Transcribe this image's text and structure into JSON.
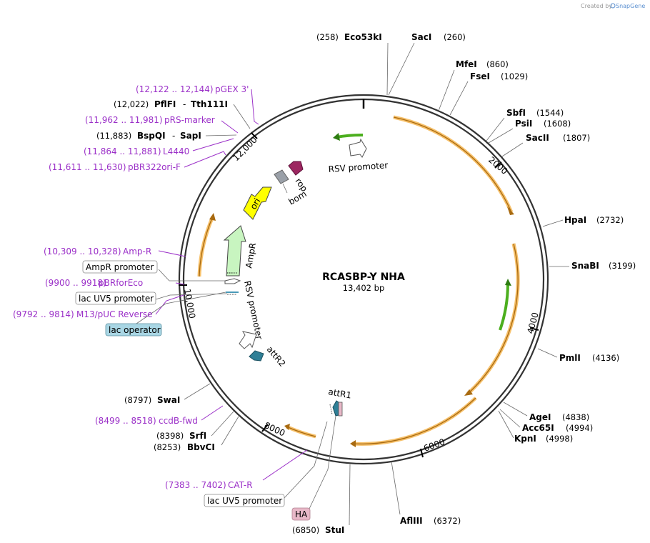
{
  "credit": {
    "text": "Created by",
    "brand": "SnapGene"
  },
  "plasmid": {
    "name": "RCASBP-Y NHA",
    "length_label": "13,402 bp",
    "length": 13402
  },
  "colors": {
    "orf": "#f5a623",
    "orf_edge": "#c07a10",
    "primer": "#9b30c8",
    "green": "#4caf1e",
    "ori": "#ffff00",
    "ampr": "#c8f5c0",
    "rop": "#9c2660",
    "bom": "#9aa0a8",
    "attr": "#2f7f96",
    "lac_operator": "#a9d6e4",
    "ha": "#e8b8c8"
  },
  "enzymes": [
    {
      "name": "Eco53kI",
      "pos": "(258)"
    },
    {
      "name": "SacI",
      "pos": "(260)"
    },
    {
      "name": "MfeI",
      "pos": "(860)"
    },
    {
      "name": "FseI",
      "pos": "(1029)"
    },
    {
      "name": "SbfI",
      "pos": "(1544)"
    },
    {
      "name": "PsiI",
      "pos": "(1608)"
    },
    {
      "name": "SacII",
      "pos": "(1807)"
    },
    {
      "name": "HpaI",
      "pos": "(2732)"
    },
    {
      "name": "SnaBI",
      "pos": "(3199)"
    },
    {
      "name": "PmlI",
      "pos": "(4136)"
    },
    {
      "name": "AgeI",
      "pos": "(4838)"
    },
    {
      "name": "Acc65I",
      "pos": "(4994)"
    },
    {
      "name": "KpnI",
      "pos": "(4998)"
    },
    {
      "name": "AflIII",
      "pos": "(6372)"
    },
    {
      "name": "StuI",
      "pos": "(6850)"
    },
    {
      "name": "BbvCI",
      "pos": "(8253)"
    },
    {
      "name": "SrfI",
      "pos": "(8398)"
    },
    {
      "name": "SwaI",
      "pos": "(8797)"
    },
    {
      "name": "BspQI",
      "pos": "(11,883)",
      "pair": "SapI"
    },
    {
      "name": "PflFI",
      "pos": "(12,022)",
      "pair": "Tth111I"
    }
  ],
  "primers": [
    {
      "name": "pGEX 3'",
      "range": "(12,122 .. 12,144)"
    },
    {
      "name": "pRS-marker",
      "range": "(11,962 .. 11,981)"
    },
    {
      "name": "L4440",
      "range": "(11,864 .. 11,881)"
    },
    {
      "name": "pBR322ori-F",
      "range": "(11,611 .. 11,630)"
    },
    {
      "name": "Amp-R",
      "range": "(10,309 .. 10,328)"
    },
    {
      "name": "pBRforEco",
      "range": "(9900 .. 9918)"
    },
    {
      "name": "M13/pUC Reverse",
      "range": "(9792 .. 9814)"
    },
    {
      "name": "ccdB-fwd",
      "range": "(8499 .. 8518)"
    },
    {
      "name": "CAT-R",
      "range": "(7383 .. 7402)"
    }
  ],
  "boxed_features": [
    {
      "name": "AmpR promoter",
      "kind": "promoter"
    },
    {
      "name": "lac UV5 promoter",
      "kind": "promoter"
    },
    {
      "name": "lac operator",
      "kind": "operator"
    },
    {
      "name": "lac UV5 promoter",
      "kind": "promoter"
    },
    {
      "name": "HA",
      "kind": "tag"
    }
  ],
  "inner_features": {
    "rsv_top": "RSV promoter",
    "rsv_left": "RSV promoter",
    "rop": "rop",
    "bom": "bom",
    "ori": "ori",
    "ampr": "AmpR",
    "attr2": "attR2",
    "attr1": "attR1"
  },
  "ticks": [
    "2000",
    "4000",
    "6000",
    "8000",
    "10,000",
    "12,000"
  ]
}
